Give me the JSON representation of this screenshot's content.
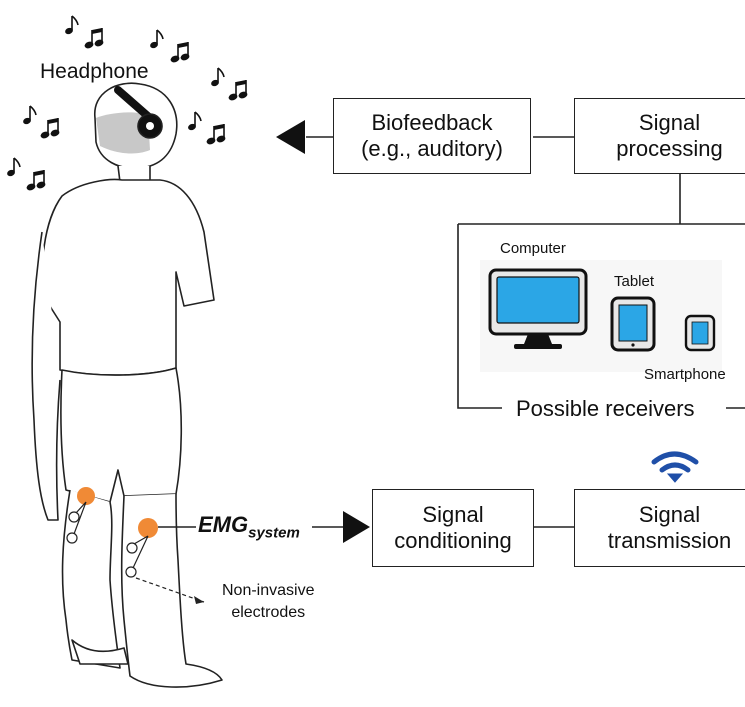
{
  "person": {
    "headphone_label": "Headphone"
  },
  "blocks": {
    "biofeedback": {
      "line1": "Biofeedback",
      "line2": "(e.g., auditory)"
    },
    "signal_processing": {
      "line1": "Signal",
      "line2": "processing"
    },
    "signal_conditioning": {
      "line1": "Signal",
      "line2": "conditioning"
    },
    "signal_transmission": {
      "line1": "Signal",
      "line2": "transmission"
    }
  },
  "receivers": {
    "group_label": "Possible receivers",
    "computer": "Computer",
    "tablet": "Tablet",
    "smartphone": "Smartphone"
  },
  "emg": {
    "label_main": "EMG",
    "label_sub": "system",
    "electrodes_line1": "Non-invasive",
    "electrodes_line2": "electrodes"
  },
  "colors": {
    "electrode_orange": "#F08A36",
    "screen_blue": "#2BA6E6",
    "wifi_blue": "#1F4FA8",
    "head_gray": "#C8C8C8",
    "line": "#222222"
  },
  "icons": [
    "music-note-icon",
    "computer-icon",
    "tablet-icon",
    "smartphone-icon",
    "wifi-icon",
    "arrow-left-icon",
    "arrow-right-icon"
  ]
}
